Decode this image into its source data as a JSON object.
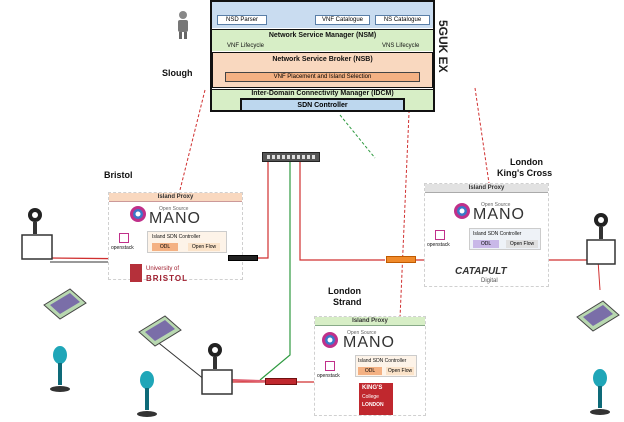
{
  "stack": {
    "top_blocks": [
      "NSD Parser",
      "VNF Catalogue",
      "NS Catalogue"
    ],
    "nsm": {
      "title": "Network Service Manager (NSM)",
      "left": "VNF Lifecycle",
      "right": "VNS Lifecycle"
    },
    "nsb": {
      "title": "Network Service Broker (NSB)",
      "inner": "VNF Placement and Island Selection"
    },
    "idcm": {
      "title": "Inter-Domain Connectivity Manager (IDCM)",
      "sdn": "SDN Controller"
    },
    "vertical_label": "5GUK EX"
  },
  "sites": {
    "slough": "Slough",
    "bristol": "Bristol",
    "london_kx": [
      "London",
      "King's Cross"
    ],
    "london_strand": [
      "London",
      "Strand"
    ]
  },
  "islands": {
    "bristol": {
      "proxy": "Island Proxy",
      "mano_top": "Open Source",
      "mano": "MANO",
      "openstack": "openstack",
      "sdn": "Island SDN Controller",
      "tags": [
        "ODL",
        "Open Flow"
      ],
      "org": [
        "University of",
        "BRISTOL"
      ]
    },
    "kx": {
      "proxy": "Island Proxy",
      "mano_top": "Open Source",
      "mano": "MANO",
      "openstack": "openstack",
      "sdn": "Island SDN Controller",
      "tags": [
        "ODL",
        "Open Flow"
      ],
      "org": [
        "CATAPULT",
        "Digital"
      ]
    },
    "strand": {
      "proxy": "Island Proxy",
      "mano_top": "Open Source",
      "mano": "MANO",
      "openstack": "openstack",
      "sdn": "Island SDN Controller",
      "tags": [
        "ODL",
        "Open Flow"
      ],
      "org": [
        "KING'S",
        "College",
        "LONDON"
      ]
    }
  },
  "colors": {
    "green_band": "#d7eec6",
    "peach": "#f9d8bf",
    "orange": "#f4b183",
    "blue_band": "#c9dcf0",
    "sdn_box": "#bdd7ee",
    "red_line": "#d03030",
    "green_line": "#2e9a40",
    "mano_magenta": "#c0308a",
    "mano_blue": "#3a78c8"
  }
}
